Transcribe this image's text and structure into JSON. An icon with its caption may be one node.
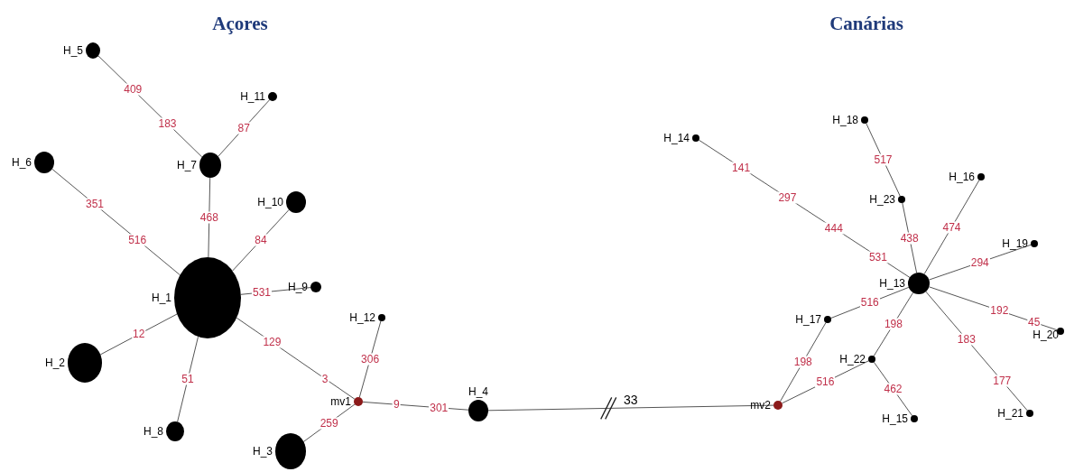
{
  "diagram": {
    "nodes": [
      {
        "text": [],
        "shape": "circle",
        "beside": [
          "H_1"
        ]
      },
      {
        "text": [],
        "shape": "circle",
        "beside": [
          "H_2"
        ]
      },
      {
        "text": [],
        "shape": "circle",
        "beside": [
          "H_3"
        ]
      },
      {
        "text": [],
        "shape": "circle",
        "beside": [
          "H_4"
        ]
      },
      {
        "text": [],
        "shape": "circle",
        "beside": [
          "H_5"
        ]
      },
      {
        "text": [],
        "shape": "circle",
        "beside": [
          "H_6"
        ]
      },
      {
        "text": [],
        "shape": "circle",
        "beside": [
          "H_7"
        ]
      },
      {
        "text": [],
        "shape": "circle",
        "beside": [
          "H_8"
        ]
      },
      {
        "text": [],
        "shape": "circle",
        "beside": [
          "H_9"
        ]
      },
      {
        "text": [],
        "shape": "circle",
        "beside": [
          "H_10"
        ]
      },
      {
        "text": [],
        "shape": "circle",
        "beside": [
          "H_11"
        ]
      },
      {
        "text": [],
        "shape": "circle",
        "beside": [
          "H_12"
        ]
      },
      {
        "text": [],
        "shape": "circle",
        "beside": [
          "H_13"
        ]
      },
      {
        "text": [],
        "shape": "circle",
        "beside": [
          "H_14"
        ]
      },
      {
        "text": [],
        "shape": "circle",
        "beside": [
          "H_15"
        ]
      },
      {
        "text": [],
        "shape": "circle",
        "beside": [
          "H_16"
        ]
      },
      {
        "text": [],
        "shape": "circle",
        "beside": [
          "H_17"
        ]
      },
      {
        "text": [],
        "shape": "circle",
        "beside": [
          "H_18"
        ]
      },
      {
        "text": [],
        "shape": "circle",
        "beside": [
          "H_19"
        ]
      },
      {
        "text": [],
        "shape": "circle",
        "beside": [
          "H_20"
        ]
      },
      {
        "text": [],
        "shape": "circle",
        "beside": [
          "H_21"
        ]
      },
      {
        "text": [],
        "shape": "circle",
        "beside": [
          "H_22"
        ]
      },
      {
        "text": [],
        "shape": "circle",
        "beside": [
          "H_23"
        ]
      },
      {
        "text": [],
        "shape": "circle",
        "beside": [
          "mv1"
        ]
      },
      {
        "text": [],
        "shape": "circle",
        "beside": [
          "mv2"
        ]
      }
    ],
    "edges": [
      {
        "from": 4,
        "to": 6,
        "arrow": "none",
        "label": "409 183"
      },
      {
        "from": 10,
        "to": 6,
        "arrow": "none",
        "label": "87"
      },
      {
        "from": 6,
        "to": 0,
        "arrow": "none",
        "label": "468"
      },
      {
        "from": 5,
        "to": 0,
        "arrow": "none",
        "label": "351 516"
      },
      {
        "from": 9,
        "to": 0,
        "arrow": "none",
        "label": "84"
      },
      {
        "from": 0,
        "to": 8,
        "arrow": "none",
        "label": "531"
      },
      {
        "from": 1,
        "to": 0,
        "arrow": "none",
        "label": "12"
      },
      {
        "from": 7,
        "to": 0,
        "arrow": "none",
        "label": "51"
      },
      {
        "from": 0,
        "to": 23,
        "arrow": "none",
        "label": "129 3"
      },
      {
        "from": 11,
        "to": 23,
        "arrow": "none",
        "label": "306"
      },
      {
        "from": 2,
        "to": 23,
        "arrow": "none",
        "label": "259"
      },
      {
        "from": 23,
        "to": 3,
        "arrow": "none",
        "label": "9 301"
      },
      {
        "from": 3,
        "to": 24,
        "arrow": "none",
        "label": "33"
      },
      {
        "from": 13,
        "to": 12,
        "arrow": "none",
        "label": "141 297 444 531"
      },
      {
        "from": 17,
        "to": 22,
        "arrow": "none",
        "label": "517"
      },
      {
        "from": 22,
        "to": 12,
        "arrow": "none",
        "label": "438"
      },
      {
        "from": 15,
        "to": 12,
        "arrow": "none",
        "label": "474"
      },
      {
        "from": 18,
        "to": 12,
        "arrow": "none",
        "label": "294"
      },
      {
        "from": 16,
        "to": 12,
        "arrow": "none",
        "label": "516"
      },
      {
        "from": 12,
        "to": 19,
        "arrow": "none",
        "label": "192 45"
      },
      {
        "from": 12,
        "to": 21,
        "arrow": "none",
        "label": "198"
      },
      {
        "from": 12,
        "to": 20,
        "arrow": "none",
        "label": "183 177"
      },
      {
        "from": 24,
        "to": 16,
        "arrow": "none",
        "label": "198"
      },
      {
        "from": 24,
        "to": 21,
        "arrow": "none",
        "label": "516"
      },
      {
        "from": 21,
        "to": 14,
        "arrow": "none",
        "label": "462"
      }
    ],
    "labels": [
      "Açores",
      "Canárias"
    ]
  }
}
